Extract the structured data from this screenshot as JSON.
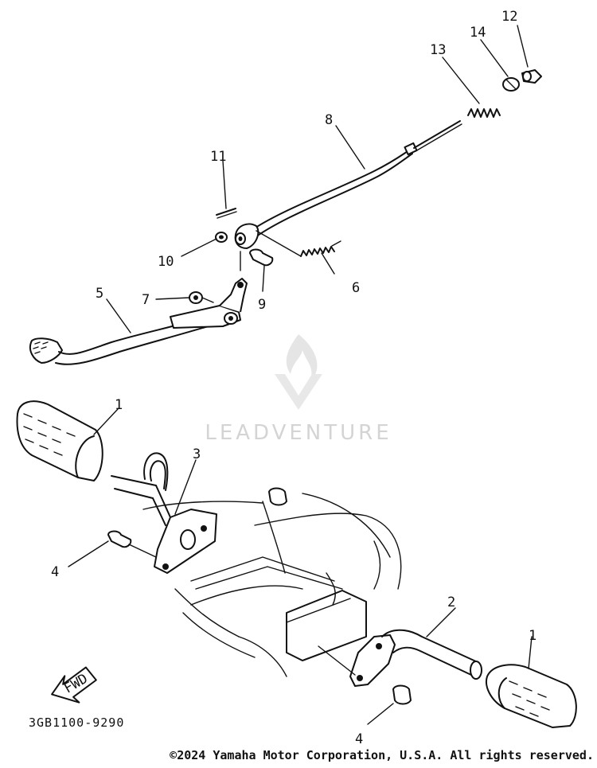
{
  "callouts": {
    "c1a": "1",
    "c1b": "1",
    "c2": "2",
    "c3": "3",
    "c4a": "4",
    "c4b": "4",
    "c5": "5",
    "c6": "6",
    "c7": "7",
    "c8": "8",
    "c9": "9",
    "c10": "10",
    "c11": "11",
    "c12": "12",
    "c13": "13",
    "c14": "14"
  },
  "direction_label": "FWD",
  "diagram_code": "3GB1100-9290",
  "watermark": "LEADVENTURE",
  "copyright": "©2024 Yamaha Motor Corporation, U.S.A. All rights reserved."
}
